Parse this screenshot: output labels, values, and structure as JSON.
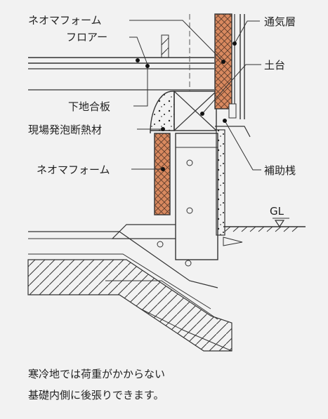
{
  "labels": {
    "neo_foam_top": "ネオマフォーム",
    "flooring": "フロアー",
    "subfloor": "下地合板",
    "spray_foam": "現場発泡断熱材",
    "neo_foam_bottom": "ネオマフォーム",
    "air_layer": "通気層",
    "sill": "土台",
    "furring": "補助桟",
    "ground_level": "GL"
  },
  "caption": {
    "line1": "寒冷地では荷重がかからない",
    "line2": "基礎内側に後張りできます。"
  },
  "colors": {
    "background": "#f2f2f2",
    "insulation": "#d9895f",
    "line": "#333333"
  }
}
